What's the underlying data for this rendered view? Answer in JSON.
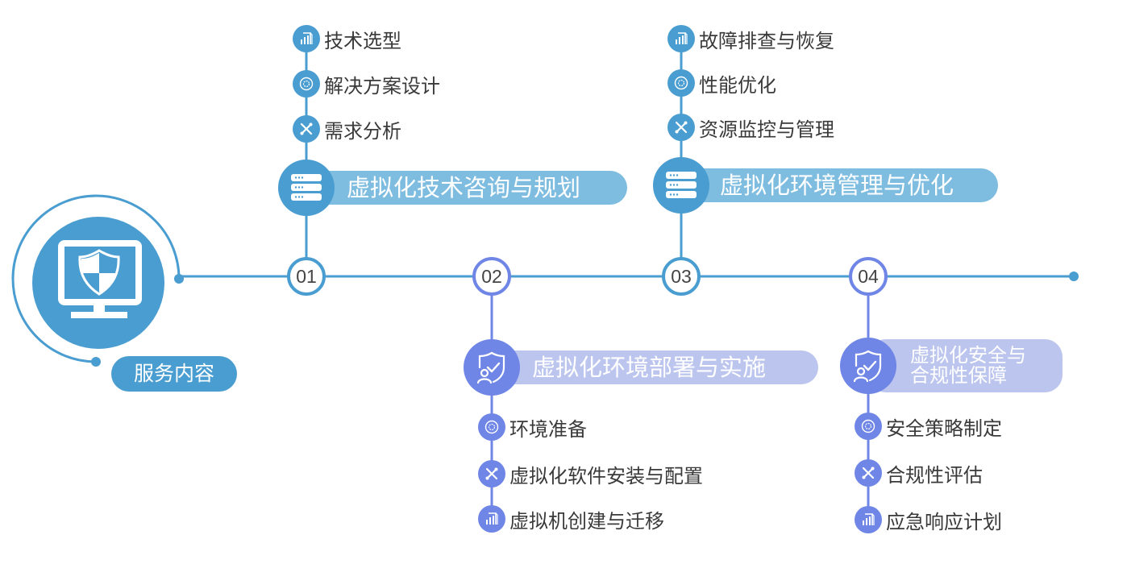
{
  "colors": {
    "blue": "#4a9dd0",
    "blue_light": "#7fbde0",
    "purple": "#6f86e6",
    "purple_light": "#bcc5ee",
    "text": "#3a3a3a"
  },
  "hub": {
    "label": "服务内容",
    "icon": "monitor-shield-icon"
  },
  "timeline": {
    "steps": [
      {
        "number": "01",
        "title": "虚拟化技术咨询与规划",
        "category_icon": "server-stack-icon",
        "items": [
          {
            "label": "技术选型",
            "icon": "bar-chart-icon"
          },
          {
            "label": "解决方案设计",
            "icon": "gear-circle-icon"
          },
          {
            "label": "需求分析",
            "icon": "tools-icon"
          }
        ]
      },
      {
        "number": "02",
        "title": "虚拟化环境部署与实施",
        "category_icon": "user-shield-check-icon",
        "items": [
          {
            "label": "环境准备",
            "icon": "gear-circle-icon"
          },
          {
            "label": "虚拟化软件安装与配置",
            "icon": "tools-icon"
          },
          {
            "label": "虚拟机创建与迁移",
            "icon": "bar-chart-icon"
          }
        ]
      },
      {
        "number": "03",
        "title": "虚拟化环境管理与优化",
        "category_icon": "server-stack-icon",
        "items": [
          {
            "label": "故障排查与恢复",
            "icon": "bar-chart-icon"
          },
          {
            "label": "性能优化",
            "icon": "gear-circle-icon"
          },
          {
            "label": "资源监控与管理",
            "icon": "tools-icon"
          }
        ]
      },
      {
        "number": "04",
        "title_line1": "虚拟化安全与",
        "title_line2": "合规性保障",
        "category_icon": "user-shield-check-icon",
        "items": [
          {
            "label": "安全策略制定",
            "icon": "gear-circle-icon"
          },
          {
            "label": "合规性评估",
            "icon": "tools-icon"
          },
          {
            "label": "应急响应计划",
            "icon": "bar-chart-icon"
          }
        ]
      }
    ]
  }
}
